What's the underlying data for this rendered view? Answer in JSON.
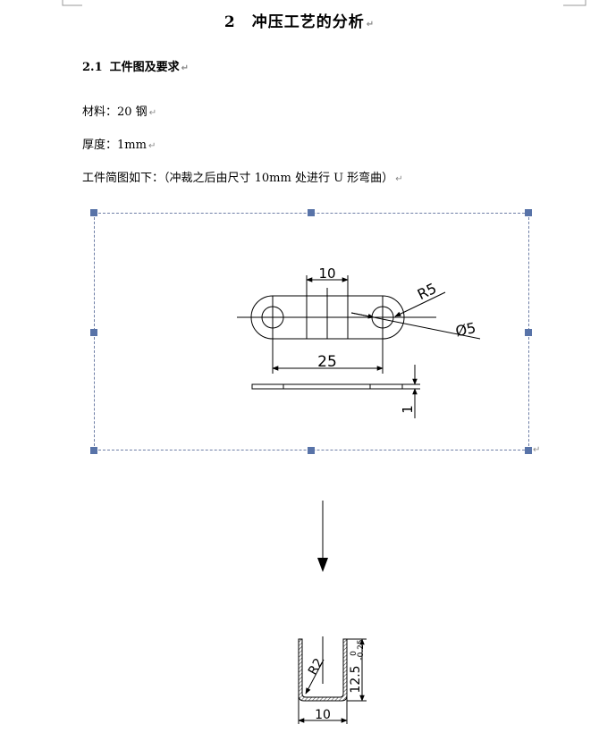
{
  "page": {
    "corner_top_left": "",
    "heading1": {
      "number": "2",
      "text": "冲压工艺的分析"
    },
    "heading2": {
      "number": "2.1",
      "text": "工件图及要求"
    },
    "material": "材料：20 钢",
    "thickness": "厚度：1mm",
    "sketch_caption": "工件简图如下：（冲裁之后由尺寸 10mm 处进行 U 形弯曲）",
    "paragraph_mark": "↵"
  },
  "drawing_top": {
    "dim_hole_spacing_inner": "10",
    "dim_radius": "R5",
    "dim_diameter": "Ø5",
    "dim_length": "25",
    "dim_thickness": "1"
  },
  "drawing_bottom": {
    "dim_bend_radius": "R2",
    "dim_height": "12.5",
    "dim_height_tol_upper": "0",
    "dim_height_tol_lower": "-0.25",
    "dim_width": "10"
  },
  "colors": {
    "handle": "#5873a8",
    "frame": "#6f7fa6",
    "line": "#000000"
  }
}
